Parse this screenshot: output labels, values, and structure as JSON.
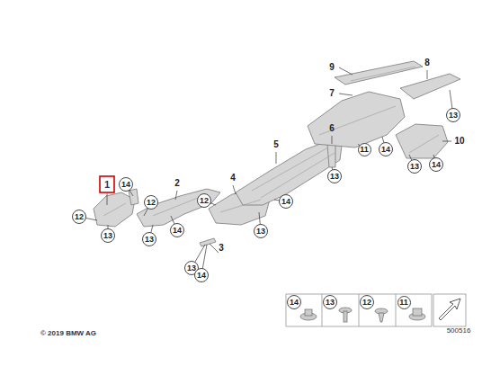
{
  "diagram": {
    "nodes": [
      {
        "text": [
          "13"
        ]
      },
      {
        "text": [
          "11"
        ]
      },
      {
        "text": [
          "14"
        ]
      },
      {
        "text": [
          "13"
        ]
      },
      {
        "text": [
          "14"
        ]
      },
      {
        "text": [
          "13"
        ]
      },
      {
        "text": [
          "14"
        ]
      },
      {
        "text": [
          "12"
        ]
      },
      {
        "text": [
          "12"
        ]
      },
      {
        "text": [
          "14"
        ]
      },
      {
        "text": [
          "12"
        ]
      },
      {
        "text": [
          "14"
        ]
      },
      {
        "text": [
          "13"
        ]
      },
      {
        "text": [
          "13"
        ]
      },
      {
        "text": [
          "13"
        ]
      },
      {
        "text": [
          "13"
        ]
      },
      {
        "text": [
          "14"
        ]
      },
      {
        "text": [
          "14"
        ]
      },
      {
        "text": [
          "13"
        ]
      },
      {
        "text": [
          "12"
        ]
      },
      {
        "text": [
          "11"
        ]
      }
    ],
    "labels": [
      "1",
      "2",
      "3",
      "4",
      "5",
      "6",
      "7",
      "8",
      "9",
      "10",
      "© 2019 BMW AG",
      "500516"
    ]
  }
}
